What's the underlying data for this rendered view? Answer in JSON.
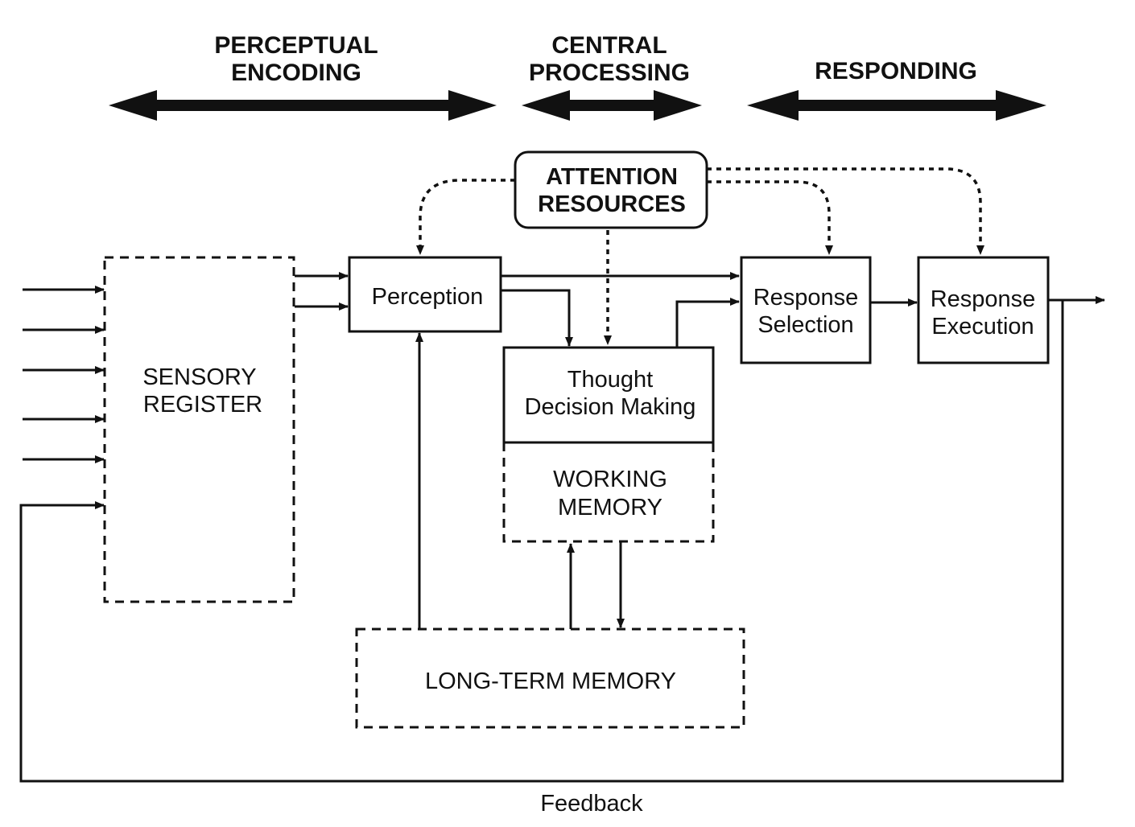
{
  "stages": {
    "perceptual": [
      "PERCEPTUAL",
      "ENCODING"
    ],
    "central": [
      "CENTRAL",
      "PROCESSING"
    ],
    "responding": "RESPONDING"
  },
  "attention": [
    "ATTENTION",
    "RESOURCES"
  ],
  "sensory_register": [
    "SENSORY",
    "REGISTER"
  ],
  "perception": "Perception",
  "thought": [
    "Thought",
    "Decision Making"
  ],
  "working_memory": [
    "WORKING",
    "MEMORY"
  ],
  "long_term_memory": "LONG-TERM MEMORY",
  "response_selection": [
    "Response",
    "Selection"
  ],
  "response_execution": [
    "Response",
    "Execution"
  ],
  "feedback": "Feedback"
}
